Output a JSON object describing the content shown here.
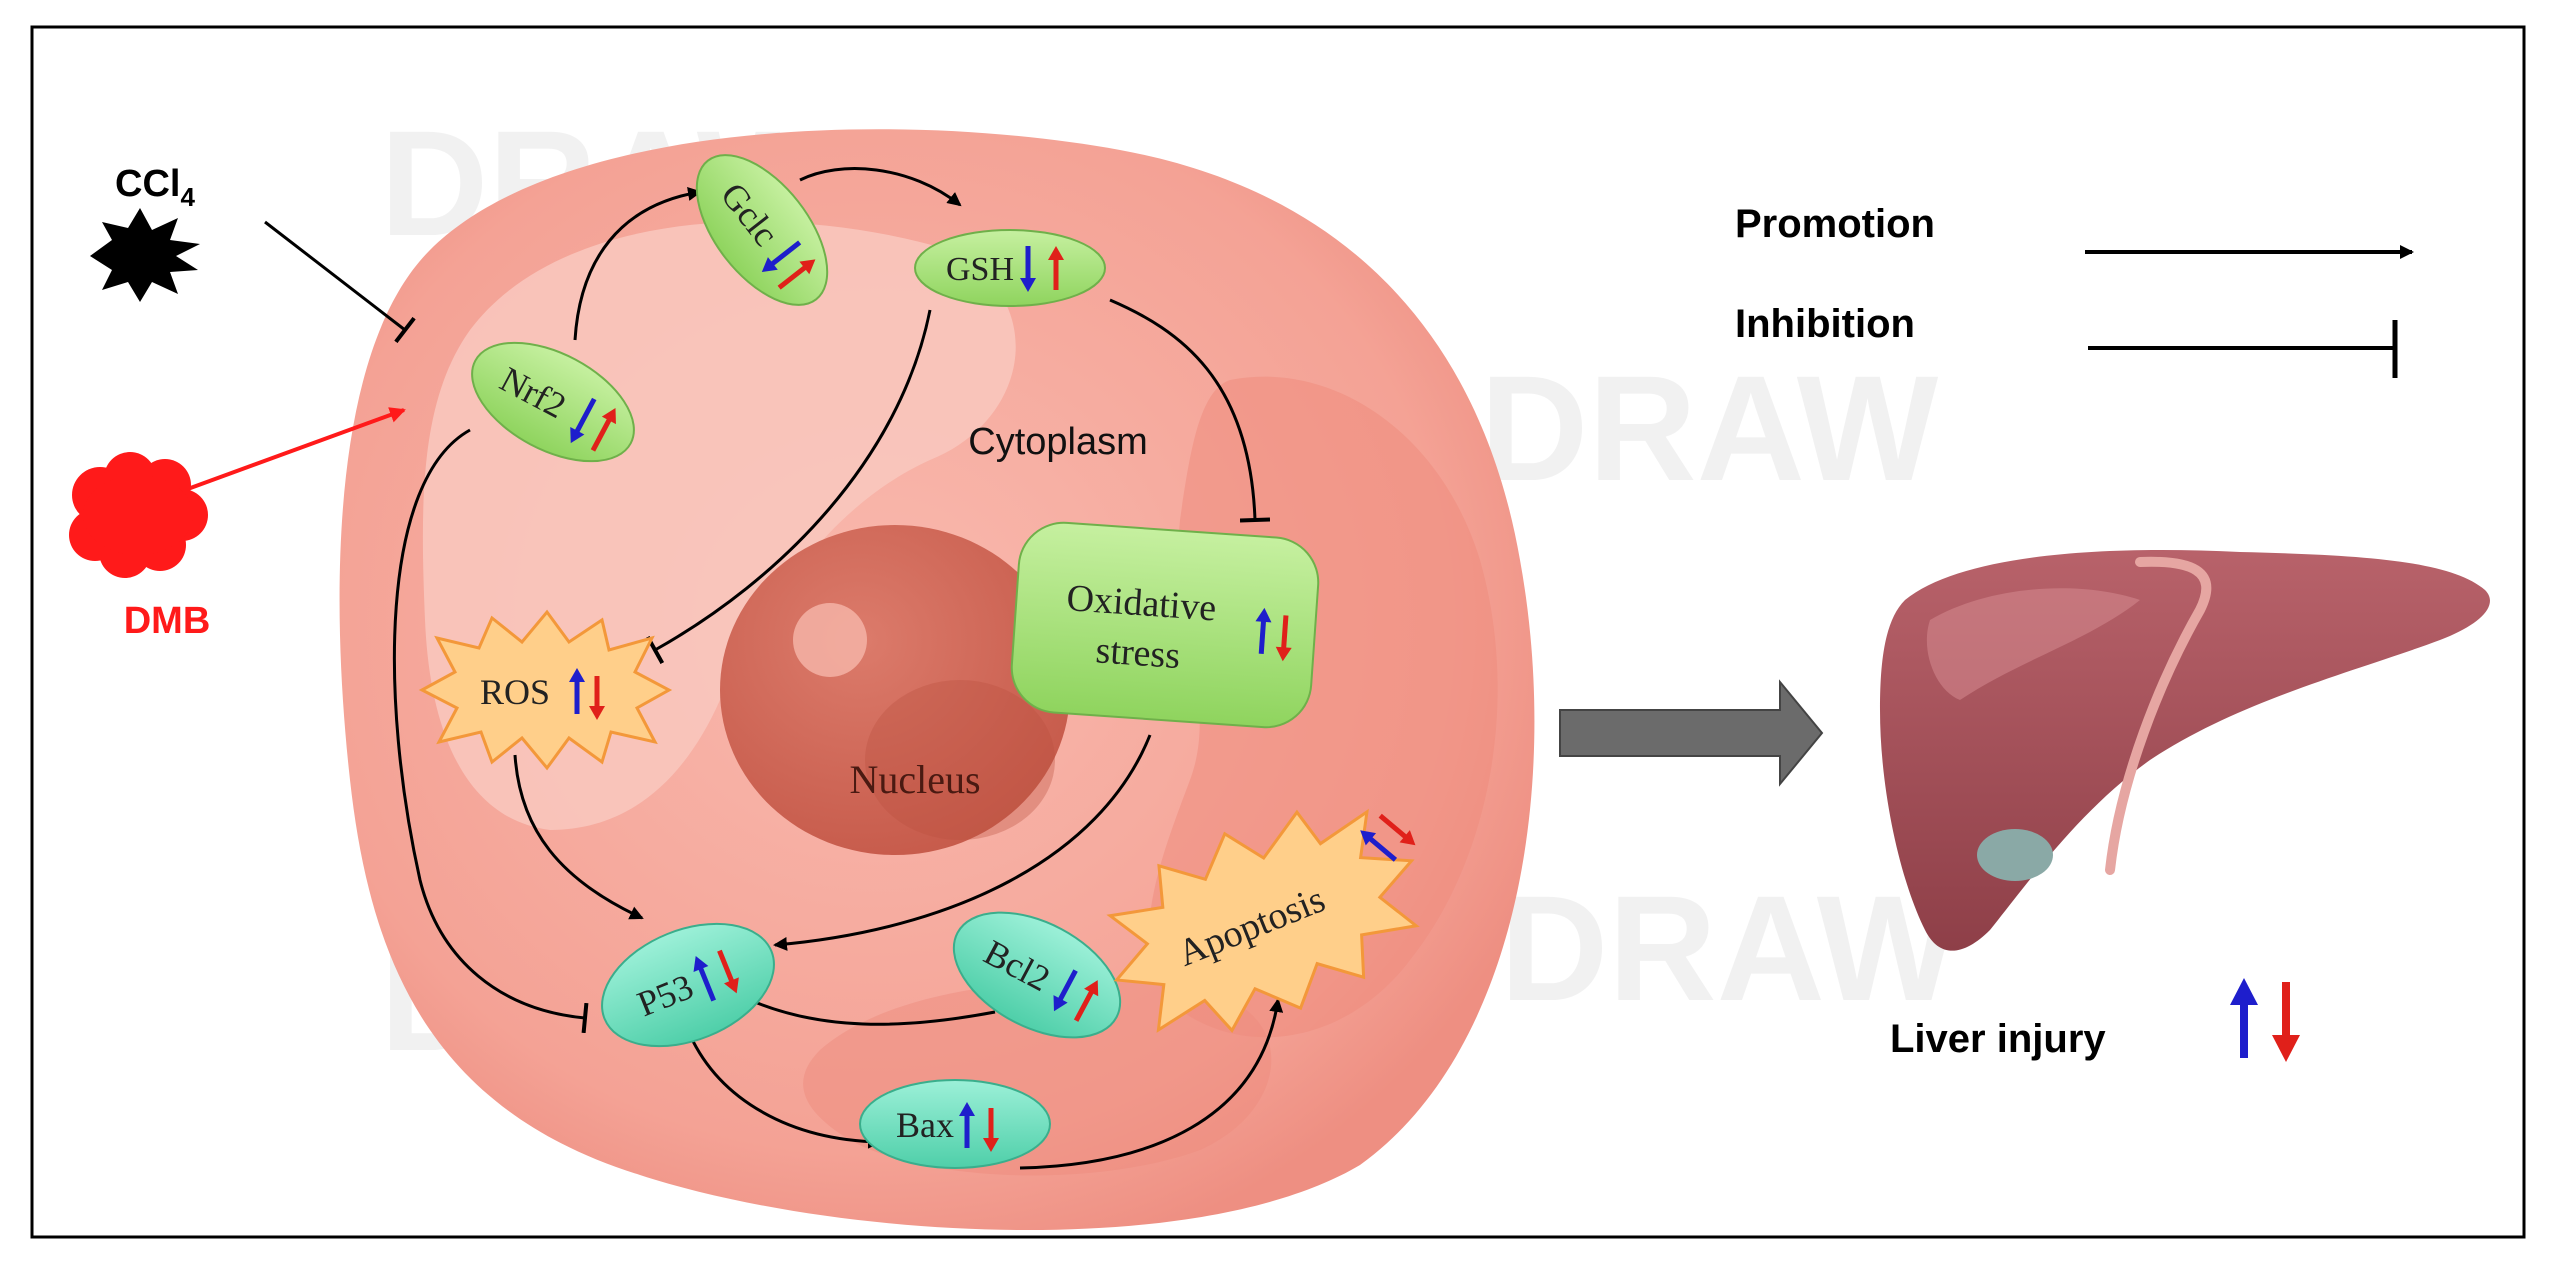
{
  "inputs": {
    "ccl4": {
      "label": "CCl",
      "subscript": "4"
    },
    "dmb": {
      "label": "DMB"
    }
  },
  "cell": {
    "cytoplasm_label": "Cytoplasm",
    "nucleus_label": "Nucleus"
  },
  "nodes": {
    "nrf2": {
      "label": "Nrf2"
    },
    "gclc": {
      "label": "Gclc"
    },
    "gsh": {
      "label": "GSH"
    },
    "oxidative_stress": {
      "line1": "Oxidative",
      "line2": "stress"
    },
    "ros": {
      "label": "ROS"
    },
    "p53": {
      "label": "P53"
    },
    "bcl2": {
      "label": "Bcl2"
    },
    "bax": {
      "label": "Bax"
    },
    "apoptosis": {
      "label": "Apoptosis"
    }
  },
  "legend": {
    "promotion": "Promotion",
    "inhibition": "Inhibition"
  },
  "outcome": {
    "label": "Liver injury"
  },
  "watermark": "DRAW",
  "colors": {
    "border": "#000000",
    "cell_fill": "#F4A79A",
    "cytoplasm_light": "#F8C4BA",
    "nucleus": "#D36B5A",
    "green_node": "#A8E07A",
    "teal_node": "#6FDDBF",
    "star_fill": "#FFD08A",
    "star_stroke": "#F39A3A",
    "up_arrow": "#1E1ECC",
    "down_arrow": "#E0201A",
    "dmb_red": "#FF1A1A",
    "liver": "#A9575F",
    "big_arrow": "#6B6B6B"
  }
}
